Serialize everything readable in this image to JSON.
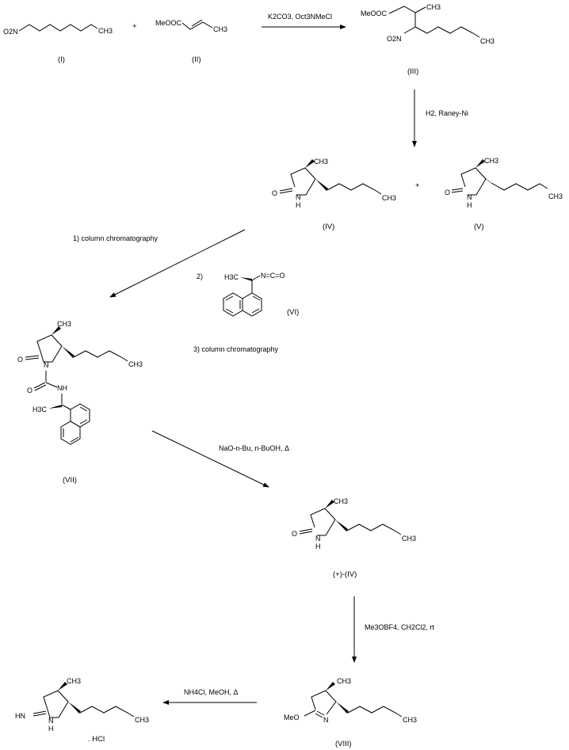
{
  "compounds": {
    "I": {
      "label": "(I)",
      "nitro": "O2N",
      "chain_end": "CH3"
    },
    "II": {
      "label": "(II)",
      "ester": "MeOOC",
      "chain_end": "CH3"
    },
    "III": {
      "label": "(III)",
      "ester": "MeOOC",
      "methyl": "CH3",
      "nitro": "O2N",
      "chain_end": "CH3"
    },
    "IV": {
      "label": "(IV)",
      "carbonyl_o": "O",
      "nh": "N",
      "nh_h": "H",
      "methyl": "CH3",
      "chain_end": "CH3"
    },
    "V": {
      "label": "(V)",
      "carbonyl_o": "O",
      "nh": "N",
      "nh_h": "H",
      "methyl": "CH3",
      "chain_end": "CH3"
    },
    "VI": {
      "label": "(VI)",
      "prefix": "2)",
      "methyl": "H3C",
      "isocyanate": "N=C=O"
    },
    "VII": {
      "label": "(VII)",
      "carbonyl_o": "O",
      "n": "N",
      "methyl": "CH3",
      "chain_end": "CH3",
      "amide_o": "O",
      "nh": "NH",
      "ch3": "H3C"
    },
    "IVp": {
      "label": "(+)-(IV)",
      "carbonyl_o": "O",
      "nh": "N",
      "nh_h": "H",
      "methyl": "CH3",
      "chain_end": "CH3"
    },
    "VIII": {
      "label": "(VIII)",
      "ome": "MeO",
      "n": "N",
      "methyl": "CH3",
      "chain_end": "CH3"
    },
    "IX": {
      "label": ". HCl",
      "imine": "HN",
      "nh": "N",
      "nh_h": "H",
      "methyl": "CH3",
      "chain_end": "CH3"
    }
  },
  "plus_signs": [
    "+",
    "+"
  ],
  "reagents": {
    "step1": "K2CO3, Oct3NMeCl",
    "step2": "H2, Raney-Ni",
    "step3a": "1) column chromatography",
    "step3c": "3) column chromatography",
    "step4": "NaO-n-Bu, n-BuOH, Δ",
    "step5": "Me3OBF4, CH2Cl2, rt",
    "step6": "NH4Cl, MeOH, Δ"
  }
}
